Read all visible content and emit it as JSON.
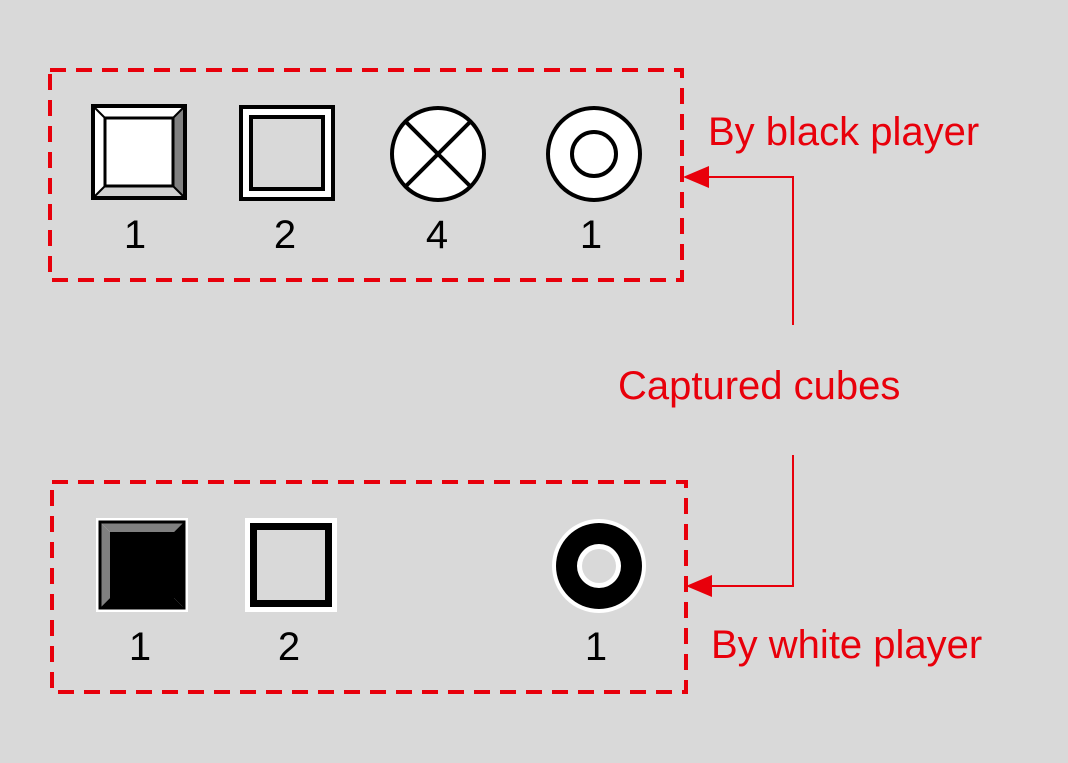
{
  "annotation": {
    "black_label": "By black player",
    "white_label": "By white player",
    "center_label": "Captured cubes"
  },
  "colors": {
    "background": "#d9d9d9",
    "accent": "#e8000b",
    "piece_dark": "#000000",
    "piece_light": "#ffffff",
    "bevel_gray": "#808080"
  },
  "black_captures": [
    {
      "icon": "beveled-square-white-icon",
      "count": "1"
    },
    {
      "icon": "double-square-icon",
      "count": "2"
    },
    {
      "icon": "crossed-circle-icon",
      "count": "4"
    },
    {
      "icon": "ring-white-icon",
      "count": "1"
    }
  ],
  "white_captures": [
    {
      "icon": "beveled-square-black-icon",
      "count": "1"
    },
    {
      "icon": "double-square-outline-icon",
      "count": "2"
    },
    {
      "icon": "ring-black-icon",
      "count": "1"
    }
  ]
}
